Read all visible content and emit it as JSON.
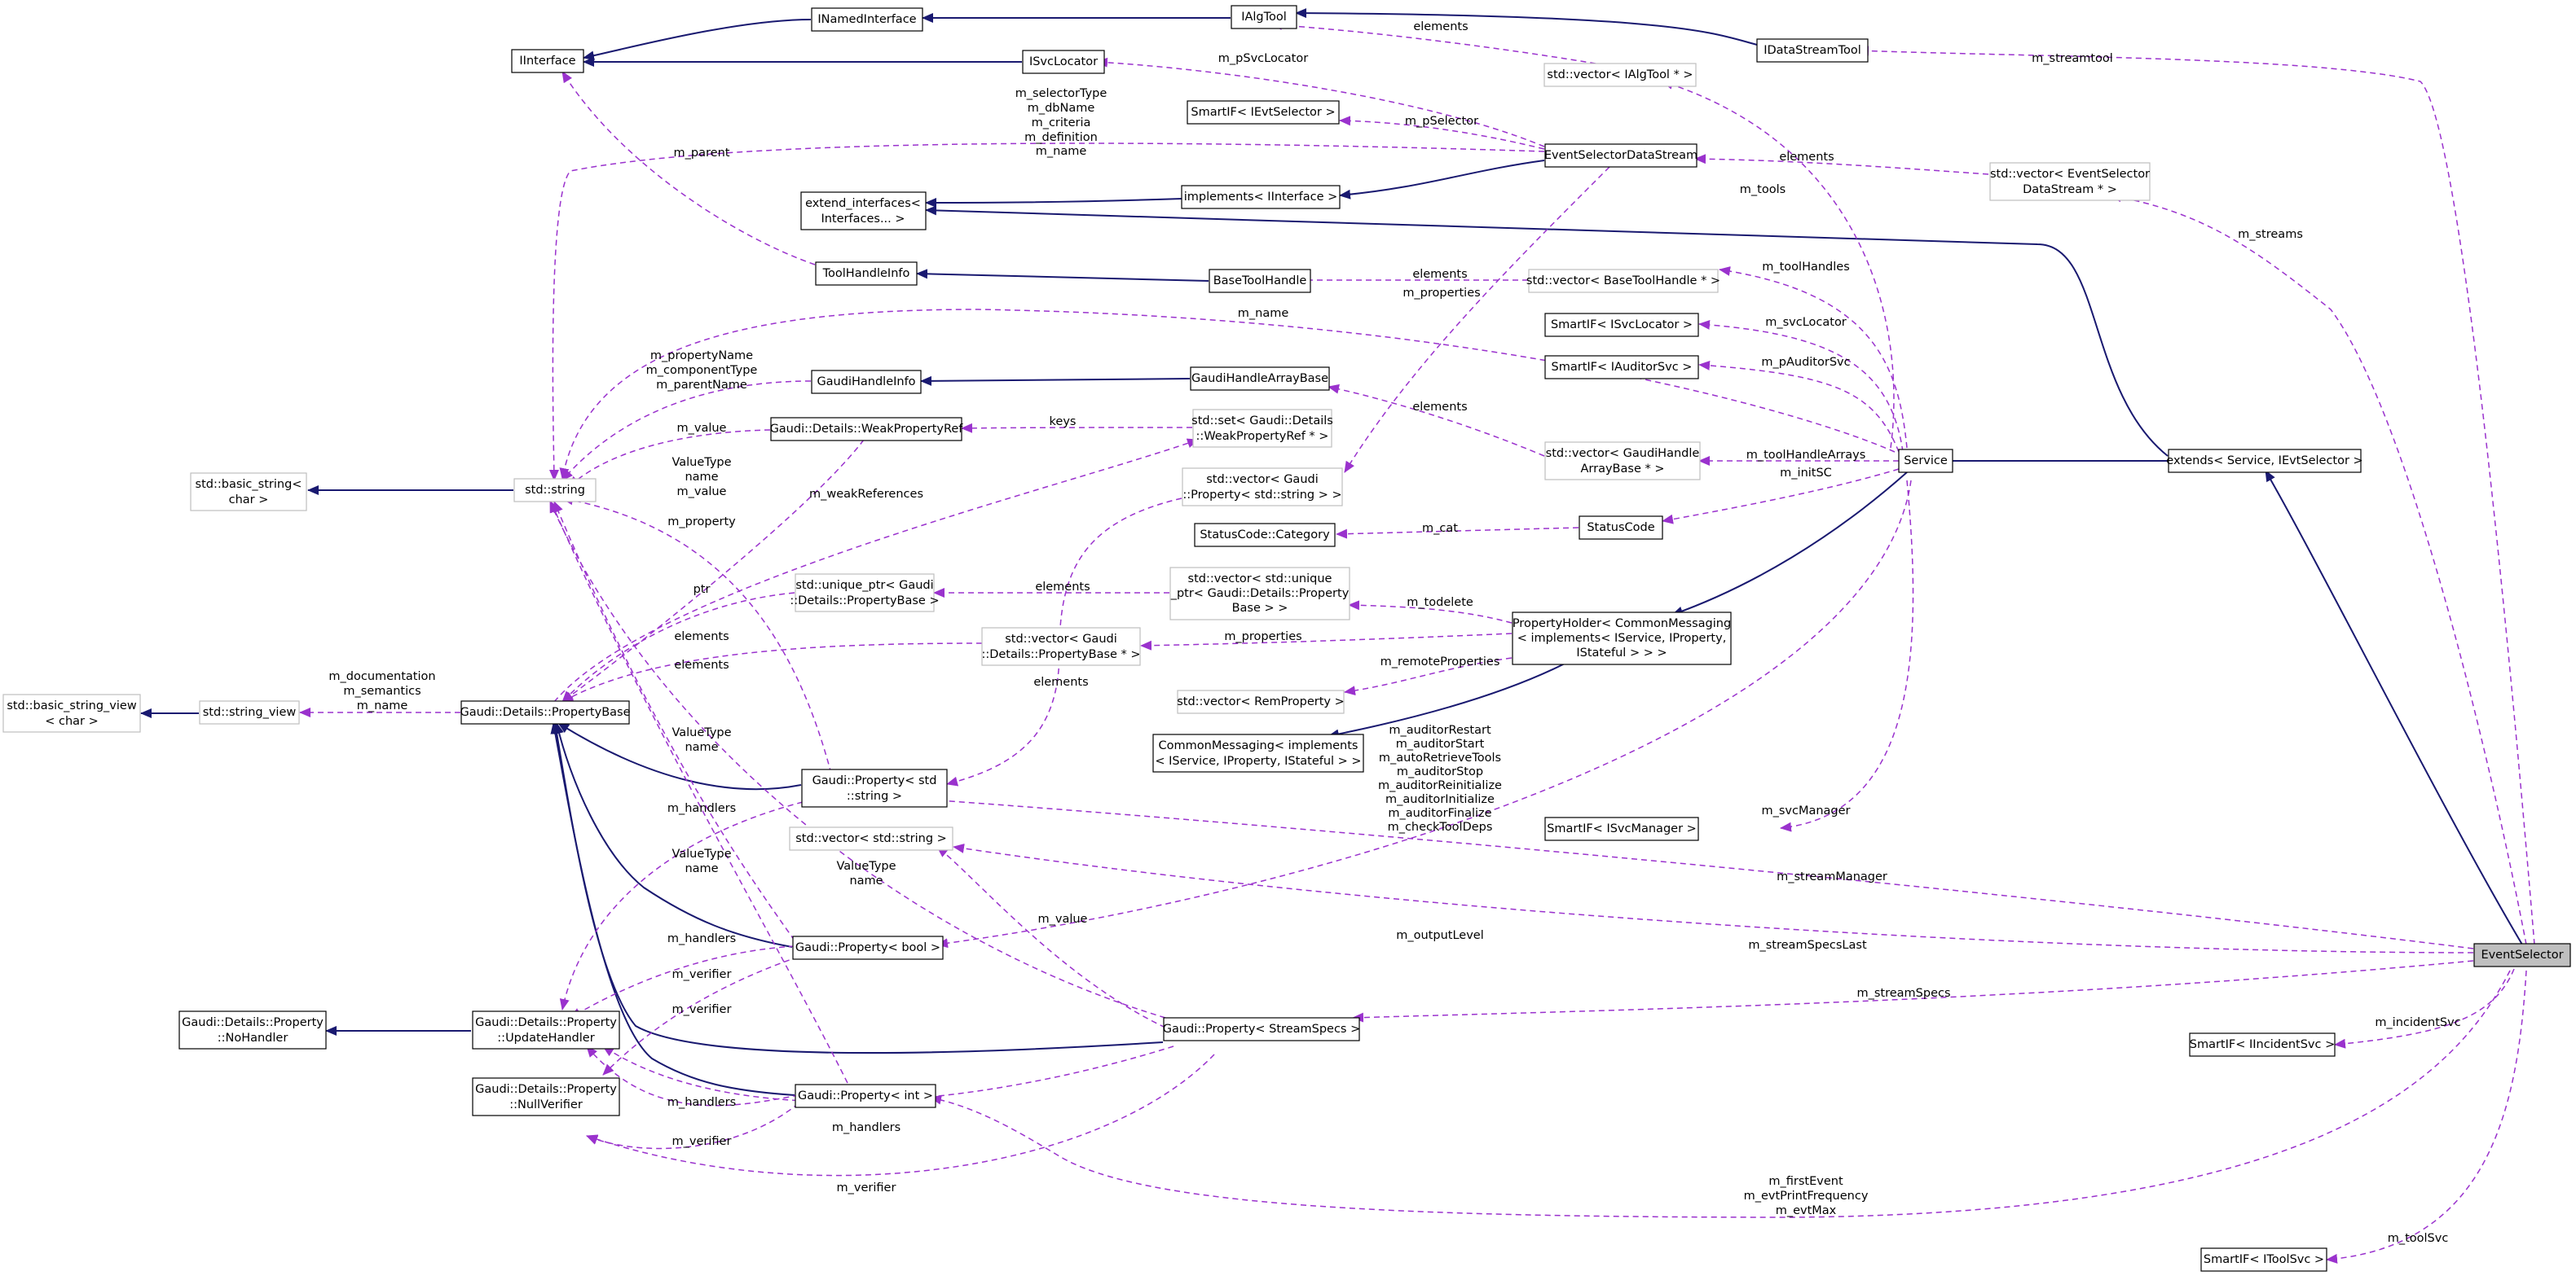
{
  "colors": {
    "inheritance_edge": "#191970",
    "usage_edge": "#9a32cd",
    "node_border": "#000000",
    "external_node_border": "#bfbfbf",
    "focus_fill": "#bfbfbf"
  },
  "nodes": {
    "INamedInterface": [
      "INamedInterface"
    ],
    "IAlgTool": [
      "IAlgTool"
    ],
    "IInterface": [
      "IInterface"
    ],
    "ISvcLocator": [
      "ISvcLocator"
    ],
    "IDataStreamTool": [
      "IDataStreamTool"
    ],
    "vecIAlgTool": [
      "std::vector< IAlgTool * >"
    ],
    "SmartIFIEvtSelector": [
      "SmartIF< IEvtSelector >"
    ],
    "EventSelectorDataStream": [
      "EventSelectorDataStream"
    ],
    "vecEventSelectorDataStream": [
      "std::vector< EventSelector",
      "DataStream * >"
    ],
    "extendInterfaces": [
      "extend_interfaces<",
      "Interfaces... >"
    ],
    "implements": [
      "implements< IInterface >"
    ],
    "ToolHandleInfo": [
      "ToolHandleInfo"
    ],
    "BaseToolHandle": [
      "BaseToolHandle"
    ],
    "vecBaseToolHandle": [
      "std::vector< BaseToolHandle * >"
    ],
    "SmartIFISvcLocator": [
      "SmartIF< ISvcLocator >"
    ],
    "SmartIFIAuditorSvc": [
      "SmartIF< IAuditorSvc >"
    ],
    "GaudiHandleInfo": [
      "GaudiHandleInfo"
    ],
    "GaudiHandleArrayBase": [
      "GaudiHandleArrayBase"
    ],
    "WeakPropertyRef": [
      "Gaudi::Details::WeakPropertyRef"
    ],
    "setWeakPropertyRef": [
      "std::set< Gaudi::Details",
      "::WeakPropertyRef * >"
    ],
    "vecGaudiHandleArrayBase": [
      "std::vector< GaudiHandle",
      "ArrayBase * >"
    ],
    "Service": [
      "Service"
    ],
    "extendsService": [
      "extends< Service, IEvtSelector >"
    ],
    "basicString": [
      "std::basic_string<",
      "char >"
    ],
    "stdString": [
      "std::string"
    ],
    "vecPropertyString": [
      "std::vector< Gaudi",
      "::Property< std::string > >"
    ],
    "StatusCodeCategory": [
      "StatusCode::Category"
    ],
    "StatusCode": [
      "StatusCode"
    ],
    "uniquePtrPropertyBase": [
      "std::unique_ptr< Gaudi",
      "::Details::PropertyBase >"
    ],
    "vecUniquePtrPropertyBase": [
      "std::vector< std::unique",
      "_ptr< Gaudi::Details::Property",
      "Base > >"
    ],
    "PropertyHolder": [
      "PropertyHolder< CommonMessaging",
      "< implements< IService, IProperty,",
      "IStateful > > >"
    ],
    "vecPropertyBasePtr": [
      "std::vector< Gaudi",
      "::Details::PropertyBase * >"
    ],
    "vecRemProperty": [
      "std::vector< RemProperty >"
    ],
    "CommonMessaging": [
      "CommonMessaging< implements",
      "< IService, IProperty, IStateful > >"
    ],
    "basicStringView": [
      "std::basic_string_view",
      "< char >"
    ],
    "stringView": [
      "std::string_view"
    ],
    "PropertyBase": [
      "Gaudi::Details::PropertyBase"
    ],
    "PropertyString": [
      "Gaudi::Property< std",
      "::string >"
    ],
    "vecString": [
      "std::vector< std::string >"
    ],
    "SmartIFISvcManager": [
      "SmartIF< ISvcManager >"
    ],
    "PropertyBool": [
      "Gaudi::Property< bool >"
    ],
    "EventSelector": [
      "EventSelector"
    ],
    "NoHandler": [
      "Gaudi::Details::Property",
      "::NoHandler"
    ],
    "UpdateHandler": [
      "Gaudi::Details::Property",
      "::UpdateHandler"
    ],
    "PropertyStreamSpecs": [
      "Gaudi::Property< StreamSpecs >"
    ],
    "SmartIFIIncidentSvc": [
      "SmartIF< IIncidentSvc >"
    ],
    "NullVerifier": [
      "Gaudi::Details::Property",
      "::NullVerifier"
    ],
    "PropertyInt": [
      "Gaudi::Property< int >"
    ],
    "SmartIFIToolSvc": [
      "SmartIF< IToolSvc >"
    ]
  },
  "edge_labels": {
    "elements_algtool": [
      "elements"
    ],
    "m_pSvcLocator": [
      "m_pSvcLocator"
    ],
    "m_streamtool": [
      "m_streamtool"
    ],
    "m_pSelector": [
      "m_pSelector"
    ],
    "m_selector_fields": [
      "m_selectorType",
      "m_dbName",
      "m_criteria",
      "m_definition",
      "m_name"
    ],
    "elements_datastream": [
      "elements"
    ],
    "m_parent": [
      "m_parent"
    ],
    "m_tools": [
      "m_tools"
    ],
    "m_streams": [
      "m_streams"
    ],
    "elements_basetool": [
      "elements"
    ],
    "m_toolHandles": [
      "m_toolHandles"
    ],
    "m_properties_a": [
      "m_properties"
    ],
    "m_name_service": [
      "m_name"
    ],
    "m_svcLocator": [
      "m_svcLocator"
    ],
    "m_propertyName_fields": [
      "m_propertyName",
      "m_componentType",
      "m_parentName"
    ],
    "m_pAuditorSvc": [
      "m_pAuditorSvc"
    ],
    "elements_handlearray": [
      "elements"
    ],
    "m_value_weak": [
      "m_value"
    ],
    "keys": [
      "keys"
    ],
    "m_toolHandleArrays": [
      "m_toolHandleArrays"
    ],
    "m_initSC": [
      "m_initSC"
    ],
    "valuetype_string": [
      "ValueType",
      "name",
      "m_value"
    ],
    "m_weakReferences": [
      "m_weakReferences"
    ],
    "m_property": [
      "m_property"
    ],
    "m_cat": [
      "m_cat"
    ],
    "ptr": [
      "ptr"
    ],
    "elements_uniqueptr": [
      "elements"
    ],
    "m_todelete": [
      "m_todelete"
    ],
    "elements_pb_a": [
      "elements"
    ],
    "m_properties_b": [
      "m_properties"
    ],
    "m_documentation_fields": [
      "m_documentation",
      "m_semantics",
      "m_name"
    ],
    "elements_pb_b": [
      "elements"
    ],
    "m_remoteProperties": [
      "m_remoteProperties"
    ],
    "elements_propstring": [
      "elements"
    ],
    "valuetype_pb": [
      "ValueType",
      "name"
    ],
    "m_auditor_fields": [
      "m_auditorRestart",
      "m_auditorStart",
      "m_autoRetrieveTools",
      "m_auditorStop",
      "m_auditorReinitialize",
      "m_auditorInitialize",
      "m_auditorFinalize",
      "m_checkToolDeps"
    ],
    "m_handlers_a": [
      "m_handlers"
    ],
    "m_svcManager": [
      "m_svcManager"
    ],
    "valuetype_bool": [
      "ValueType",
      "name"
    ],
    "valuetype_specs": [
      "ValueType",
      "name"
    ],
    "m_streamManager": [
      "m_streamManager"
    ],
    "m_handlers_b": [
      "m_handlers"
    ],
    "m_value_specs": [
      "m_value"
    ],
    "m_outputLevel": [
      "m_outputLevel"
    ],
    "m_streamSpecsLast": [
      "m_streamSpecsLast"
    ],
    "m_verifier_a": [
      "m_verifier"
    ],
    "m_verifier_b": [
      "m_verifier"
    ],
    "m_streamSpecs": [
      "m_streamSpecs"
    ],
    "m_incidentSvc": [
      "m_incidentSvc"
    ],
    "m_handlers_c": [
      "m_handlers"
    ],
    "m_verifier_c": [
      "m_verifier"
    ],
    "m_handlers_d": [
      "m_handlers"
    ],
    "m_verifier_d": [
      "m_verifier"
    ],
    "m_firstEvent_fields": [
      "m_firstEvent",
      "m_evtPrintFrequency",
      "m_evtMax"
    ],
    "m_toolSvc": [
      "m_toolSvc"
    ]
  }
}
